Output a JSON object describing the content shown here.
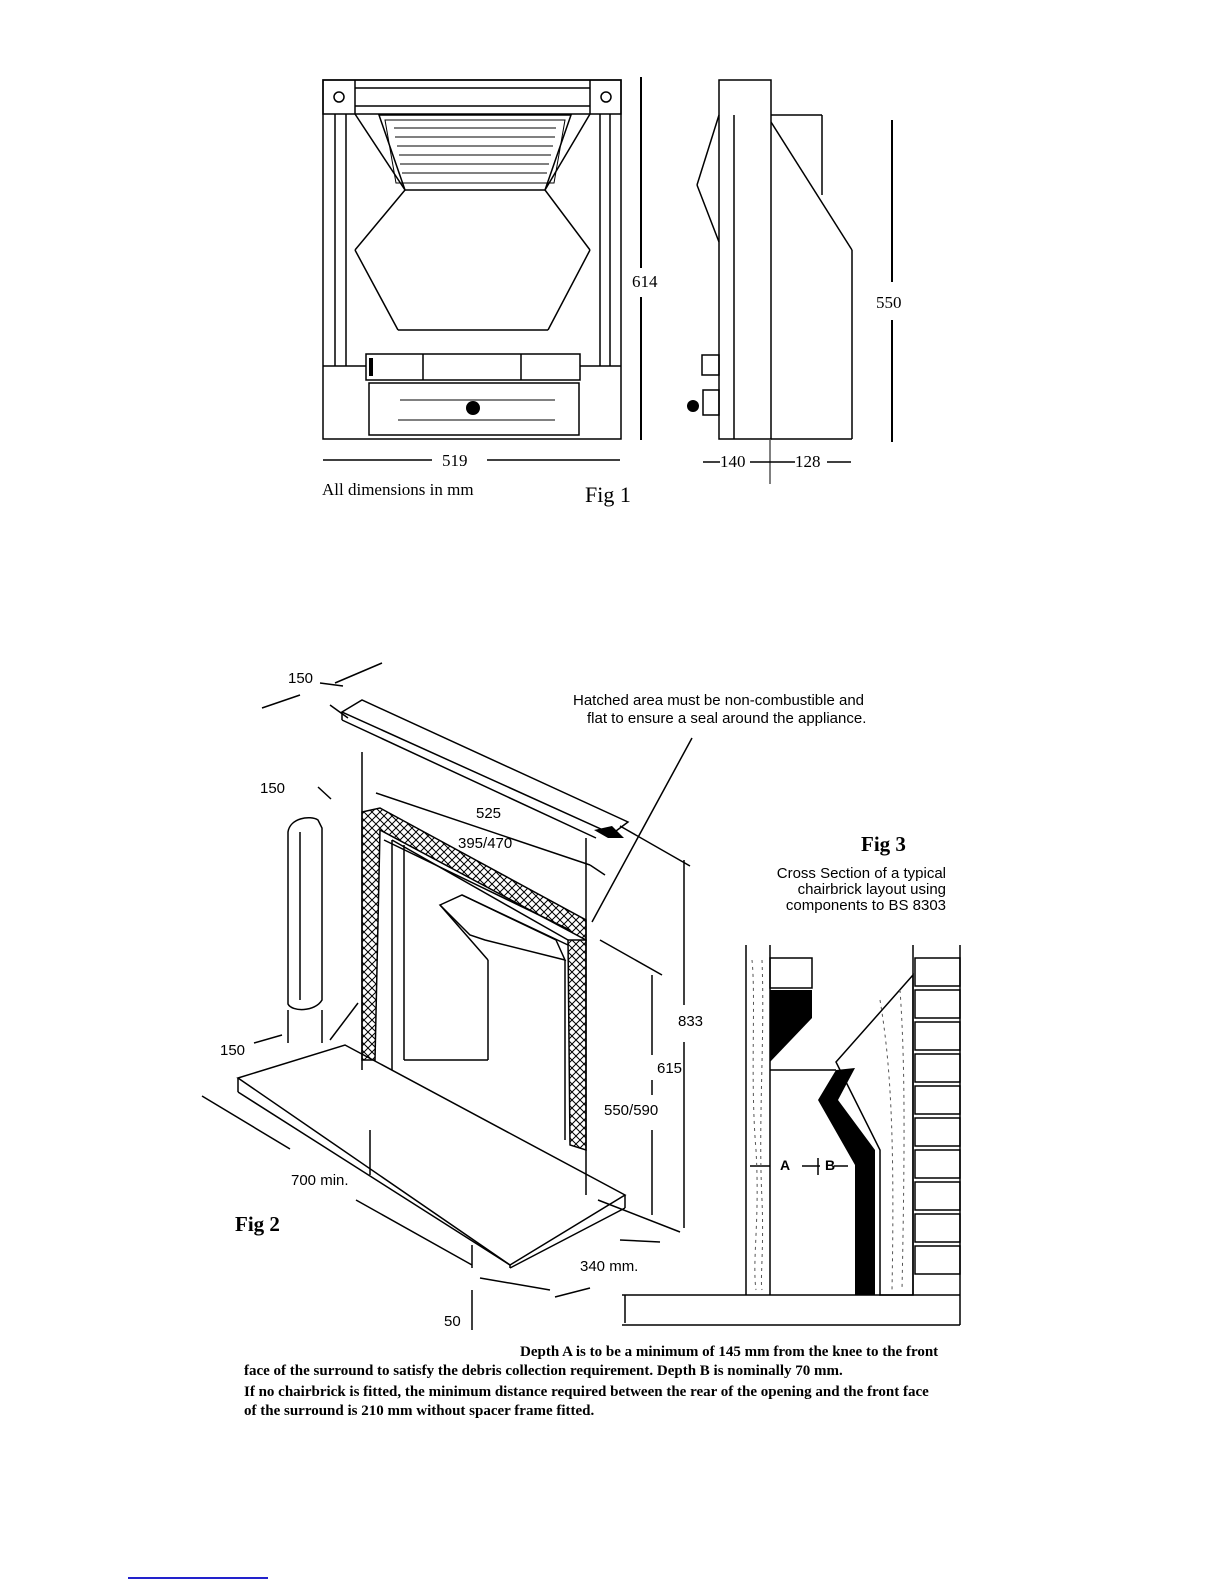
{
  "fig1": {
    "dimensions": {
      "height": "614",
      "width": "519",
      "side_height": "550",
      "depth1": "140",
      "depth2": "128"
    },
    "units_note": "All dimensions in mm",
    "label": "Fig 1"
  },
  "fig2": {
    "label": "Fig 2",
    "hatched_note_line1": "Hatched area must be non-combustible and",
    "hatched_note_line2": "flat to ensure a seal around the appliance.",
    "dimensions": {
      "top_shelf_depth": "150",
      "side_leg_depth": "150",
      "hearth_depth": "150",
      "outer_width": "525",
      "opening_width": "395/470",
      "total_height": "833",
      "mid_height": "615",
      "opening_height": "550/590",
      "hearth_width": "700 min.",
      "hearth_projection": "340 mm.",
      "hearth_thickness": "50"
    }
  },
  "fig3": {
    "label": "Fig 3",
    "caption_line1": "Cross Section of a typical",
    "caption_line2": "chairbrick layout using",
    "caption_line3": "components to BS 8303",
    "label_a": "A",
    "label_b": "B"
  },
  "notes": {
    "line1": "Depth A is to be a minimum of 145 mm from the knee to the front",
    "line2": "face of the surround to satisfy the debris collection requirement.    Depth B is nominally 70 mm.",
    "line3": "If no chairbrick is fitted, the minimum distance required between the rear of the opening and the front face",
    "line4": "of the surround is 210 mm without spacer frame fitted."
  }
}
